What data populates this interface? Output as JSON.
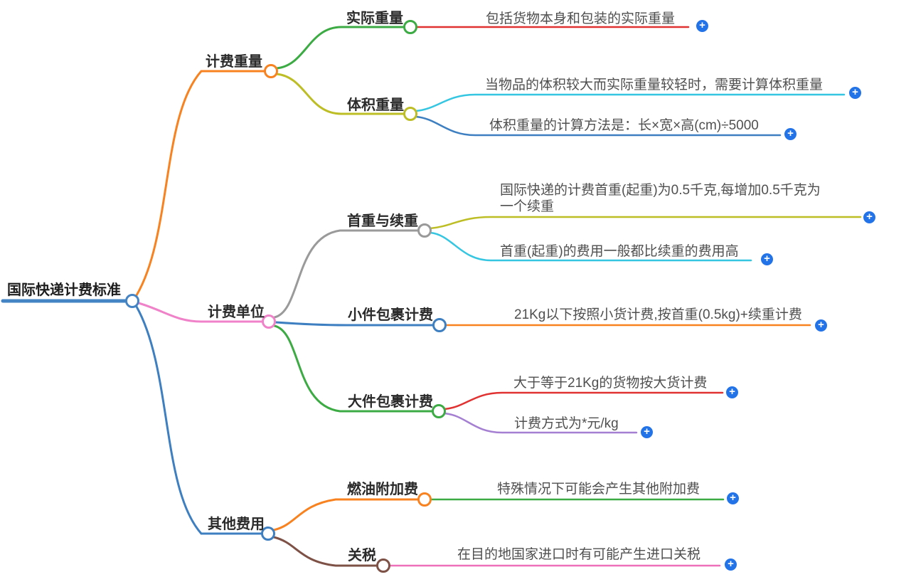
{
  "root": {
    "label": "国际快递计费标准"
  },
  "branches": [
    {
      "label": "计费重量",
      "children": [
        {
          "label": "实际重量",
          "leaves": [
            {
              "text": "包括货物本身和包装的实际重量"
            }
          ]
        },
        {
          "label": "体积重量",
          "leaves": [
            {
              "text": "当物品的体积较大而实际重量较轻时，需要计算体积重量"
            },
            {
              "text": "体积重量的计算方法是：长×宽×高(cm)÷5000"
            }
          ]
        }
      ]
    },
    {
      "label": "计费单位",
      "children": [
        {
          "label": "首重与续重",
          "leaves": [
            {
              "text": "国际快递的计费首重(起重)为0.5千克,每增加0.5千克为一个续重"
            },
            {
              "text": "首重(起重)的费用一般都比续重的费用高"
            }
          ]
        },
        {
          "label": "小件包裹计费",
          "leaves": [
            {
              "text": "21Kg以下按照小货计费,按首重(0.5kg)+续重计费"
            }
          ]
        },
        {
          "label": "大件包裹计费",
          "leaves": [
            {
              "text": "大于等于21Kg的货物按大货计费"
            },
            {
              "text": "计费方式为*元/kg"
            }
          ]
        }
      ]
    },
    {
      "label": "其他费用",
      "children": [
        {
          "label": "燃油附加费",
          "leaves": [
            {
              "text": "特殊情况下可能会产生其他附加费"
            }
          ]
        },
        {
          "label": "关税",
          "leaves": [
            {
              "text": "在目的地国家进口时有可能产生进口关税"
            }
          ]
        }
      ]
    }
  ],
  "icons": {
    "add_label": "+"
  },
  "colors": {
    "root_blue": "#4584c4",
    "orange": "#f8821f",
    "green": "#3cab44",
    "red": "#e13232",
    "olive": "#bdbd25",
    "cyan": "#35c6e2",
    "steel_blue": "#3d7fc1",
    "pink": "#ef82c8",
    "gray": "#9a9a9a",
    "purple": "#a580d2",
    "brown": "#7e5146",
    "magenta": "#ee70bb",
    "plus_blue": "#2273e8"
  }
}
